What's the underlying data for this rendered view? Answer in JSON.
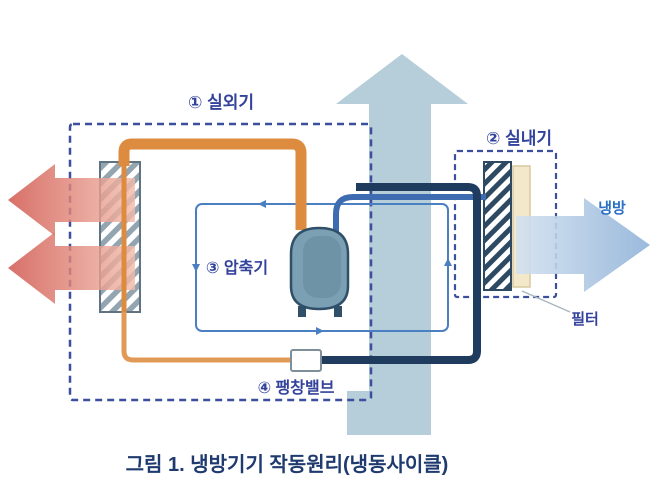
{
  "figure": {
    "caption": "그림 1. 냉방기기 작동원리(냉동사이클)"
  },
  "labels": {
    "outdoor_unit": "① 실외기",
    "indoor_unit": "② 실내기",
    "compressor": "③ 압축기",
    "expansion_valve": "④ 팽창밸브",
    "cold_air": "냉방",
    "filter": "필터"
  },
  "colors": {
    "wall": "#b6cdda",
    "dashed_box": "#3c4f9f",
    "loop": "#4a7fc1",
    "pipe_hot": "#dd8b3e",
    "pipe_liquid": "#e09a55",
    "pipe_cold": "#1f3c5e",
    "pipe_suction": "#3e6cb0",
    "red_arrow_dark": "#cf5148",
    "red_arrow_light": "#f2bcab",
    "blue_arrow_light": "#d3e1f0",
    "blue_arrow_dark": "#8fb2d8",
    "hx_outdoor_stroke": "#5f7382",
    "hx_outdoor_hatch": "#93a5b1",
    "hx_indoor": "#2e4a63",
    "filter_fill": "#f4e8ca",
    "filter_stroke": "#d9c9a2",
    "compressor_fill": "#7b9fb3",
    "compressor_dark": "#64889c",
    "compressor_stroke": "#2f5068",
    "valve_stroke": "#7f8f9a",
    "label_text": "#33439b",
    "cold_text": "#2b6fc4",
    "caption_text": "#1e3a6e",
    "pointer_line": "#aab6bf"
  }
}
